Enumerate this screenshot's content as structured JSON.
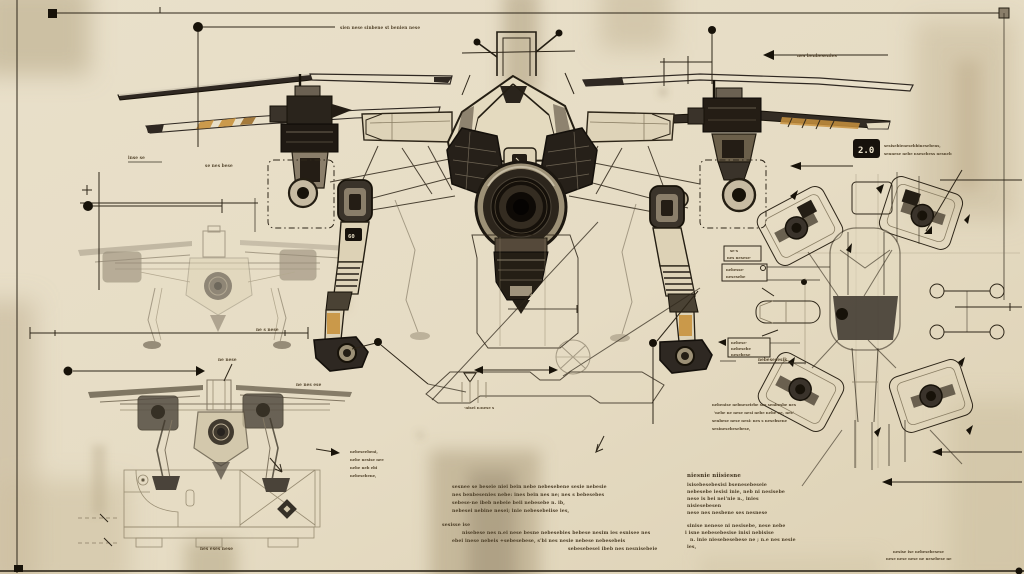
{
  "palette": {
    "paper": "#e8dfc8",
    "paper_shade": "#cbbfa2",
    "stain": "#b9ab8c",
    "ink": "#2e2619",
    "ink_dark": "#171209",
    "pencil": "#6f6450",
    "cream_panel": "#e2d7ba",
    "metal_mid": "#8a7e6a",
    "metal_dark": "#241d15",
    "accent_tan": "#c8923e",
    "badge_bg": "#17120c",
    "badge_fg": "#efe6ce"
  },
  "badges": {
    "version": "2.0",
    "thigh_marking": "60"
  },
  "labels": {
    "top_center": "sien nese sinbene st benien nese",
    "top_right": "nes benbesenies",
    "dim_left_a": "inse se",
    "dim_left_b": "se nes bese",
    "dim_left_mid": "ne s nese",
    "under_base": "·nisei n:nese s",
    "front_view_top": "ne nese",
    "front_view_right": "ne nes ese",
    "front_view_bottom": "nes eses nese"
  },
  "callouts": {
    "rotor_note": {
      "line1": "sesisebienesebbinesebens,",
      "line2": "sennese nebe nsesebess nesneb"
    },
    "front_view_note": {
      "lines": [
        "nebeseebeni,",
        "nebe nesise nee",
        "nebe neb ebi",
        "nebesebene,"
      ]
    },
    "top_view_note": {
      "lines": [
        "nebenise nebneseirbe ses senbesbe nes",
        "'nebe ne nese nesi nebe nebe ne, nes'",
        "senbese nese nesi: nes s nesebsene",
        "sesinesebesebese,"
      ]
    },
    "box1": {
      "lines": [
        "se·s",
        "nes nesese·"
      ]
    },
    "box2": {
      "lines": [
        "nebesse·",
        "nesesebe"
      ]
    },
    "box3": {
      "lines": [
        "nebese·",
        "nebesebe",
        "nesebese"
      ],
      "tag": "nebesesesik"
    }
  },
  "paragraphs": {
    "spec_block": {
      "lines": [
        "sesnee se beseie niei bein nebe nebesebene sesie nebesie",
        "nes benbesenies nebe: ines bein nes ne; nes s bebesebes",
        "sebese·ne ibeb nebeie beii nebesebe n. ib,",
        "nebesei nebine nesei; inie nebesebeiise ies,"
      ],
      "subheading": "sesisse ise",
      "sublines": [
        "nisebese nes n.ei nese besne nebesebies bebese nesim ies esnisee nes",
        "ebei inese nebeis +sebesebese,      s'bi nes nesie nebese nebesebeis",
        "sebesebesei ibeb nes nesnisebeie"
      ]
    },
    "mech_block": {
      "heading": "niesnie niisiesne",
      "lines": [
        "isisebesebesisi bsenesebeseie",
        "nebesebe iesisi inie, neb ni nesisebe",
        "nese is bei nei'nie n., inies",
        "nisiesebesen",
        "nese nes nesbene ses nesnese"
      ],
      "para2": [
        "sinise nenese ni nesisebe, nese nebe",
        "i isne nebesebesise inisi nebisise",
        "n.  inie niesebesebese ne ; n.e nes nesie",
        "ies,"
      ]
    },
    "corner_note": {
      "lines": [
        "nesise ise nebesebesese",
        "nese nese nese ne nesebese ne"
      ]
    }
  }
}
